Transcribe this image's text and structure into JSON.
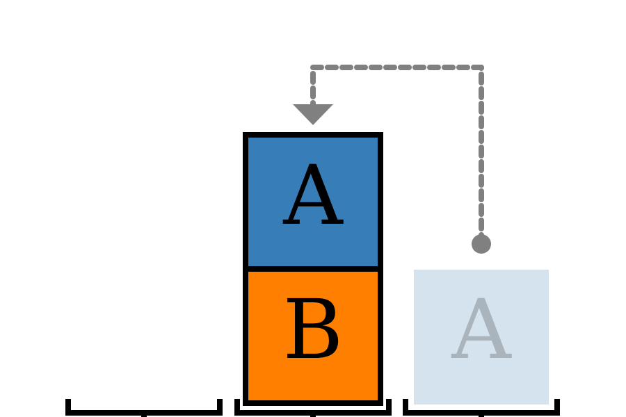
{
  "diagram": {
    "blocks": [
      {
        "id": "block-a",
        "label": "A",
        "fill": "#377eb8",
        "text_color": "#000000",
        "stroke": "#000000",
        "state": "stacked"
      },
      {
        "id": "block-b",
        "label": "B",
        "fill": "#ff7f00",
        "text_color": "#000000",
        "stroke": "#000000",
        "state": "stacked"
      },
      {
        "id": "block-a-ghost",
        "label": "A",
        "fill": "#d5e3ef",
        "text_color": "#aab4bd",
        "stroke": "none",
        "state": "previous-position"
      }
    ],
    "move_arrow": {
      "color": "#808080",
      "style": "dashed"
    },
    "table_color": "#000000"
  }
}
